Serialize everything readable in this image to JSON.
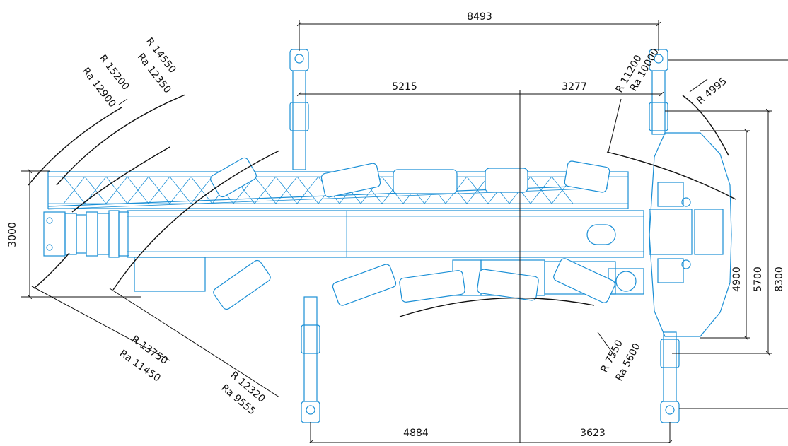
{
  "dimensions": {
    "top_outrigger_span": "8493",
    "front_outrigger_to_center": "5215",
    "center_to_rear_outrigger_top": "3277",
    "bottom_outrigger_to_center": "4884",
    "center_to_rear_outrigger_bottom": "3623",
    "boom_width_left": "3000",
    "width_4900": "4900",
    "width_5700": "5700",
    "width_8300": "8300"
  },
  "radii": {
    "r15200": "R 15200",
    "ra12900": "Ra 12900",
    "r14550": "R 14550",
    "ra12350": "Ra 12350",
    "r11200": "R 11200",
    "ra10000": "Ra 10000",
    "r4995": "R 4995",
    "r13750": "R 13750",
    "ra11450": "Ra 11450",
    "r12320": "R 12320",
    "ra9555": "Ra 9555",
    "r7550": "R 7550",
    "ra5600": "Ra 5600"
  },
  "colors": {
    "drawing_blue": "#1a8fd6",
    "dimension_black": "#111111"
  }
}
